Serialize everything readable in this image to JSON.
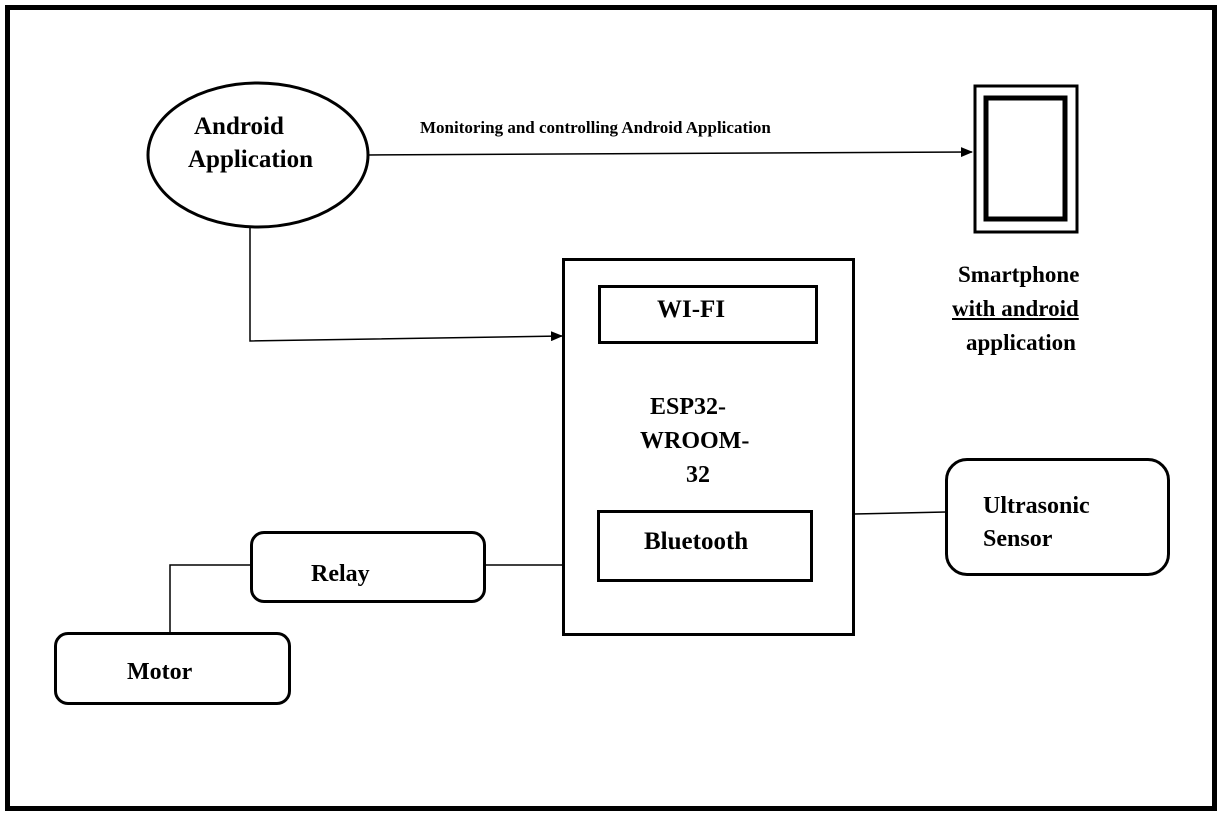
{
  "nodes": {
    "android_app": {
      "line1": "Android",
      "line2": "Application"
    },
    "smartphone": {
      "line1": "Smartphone",
      "line2": "with  android",
      "line3": "application"
    },
    "esp32": {
      "line1": "ESP32-",
      "line2": "WROOM-",
      "line3": "32"
    },
    "wifi": {
      "label": "WI-FI"
    },
    "bluetooth": {
      "label": "Bluetooth"
    },
    "ultrasonic": {
      "line1": "Ultrasonic",
      "line2": "Sensor"
    },
    "relay": {
      "label": "Relay"
    },
    "motor": {
      "label": "Motor"
    }
  },
  "edges": {
    "app_to_phone": {
      "label": "Monitoring and controlling Android Application"
    }
  },
  "colors": {
    "stroke": "#000000",
    "background": "#ffffff"
  }
}
